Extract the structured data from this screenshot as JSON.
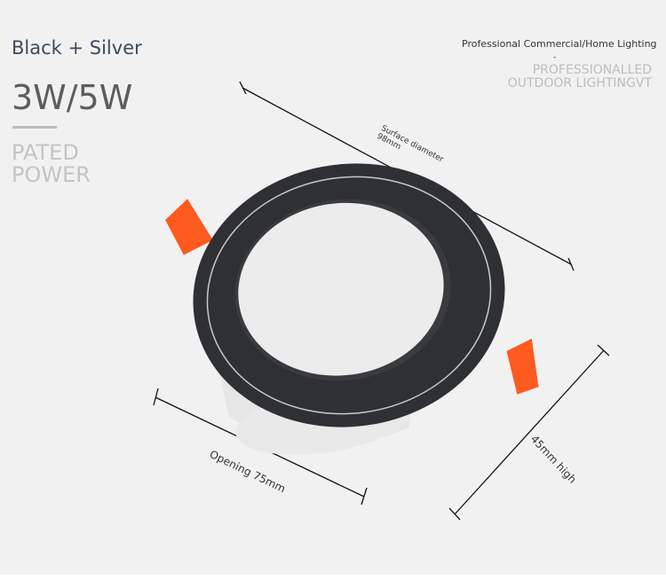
{
  "product": {
    "color_variant": "Black + Silver",
    "power": "3W/5W",
    "power_label_lines": [
      "PATED",
      "POWER"
    ]
  },
  "header": {
    "tagline": "Professional Commercial/Home Lighting",
    "separator": "-",
    "brand_lines": [
      "PROFESSIONALLED",
      "OUTDOOR LIGHTINGVT"
    ]
  },
  "dimensions": {
    "surface_label": "Surface diameter",
    "surface_value": "98mm",
    "opening": "Opening 75mm",
    "height": "45mm high"
  },
  "colors": {
    "background": "#f1f1f1",
    "ring": "#2f3033",
    "tab": "#ff5a1f",
    "diffuser": "#ececec"
  }
}
